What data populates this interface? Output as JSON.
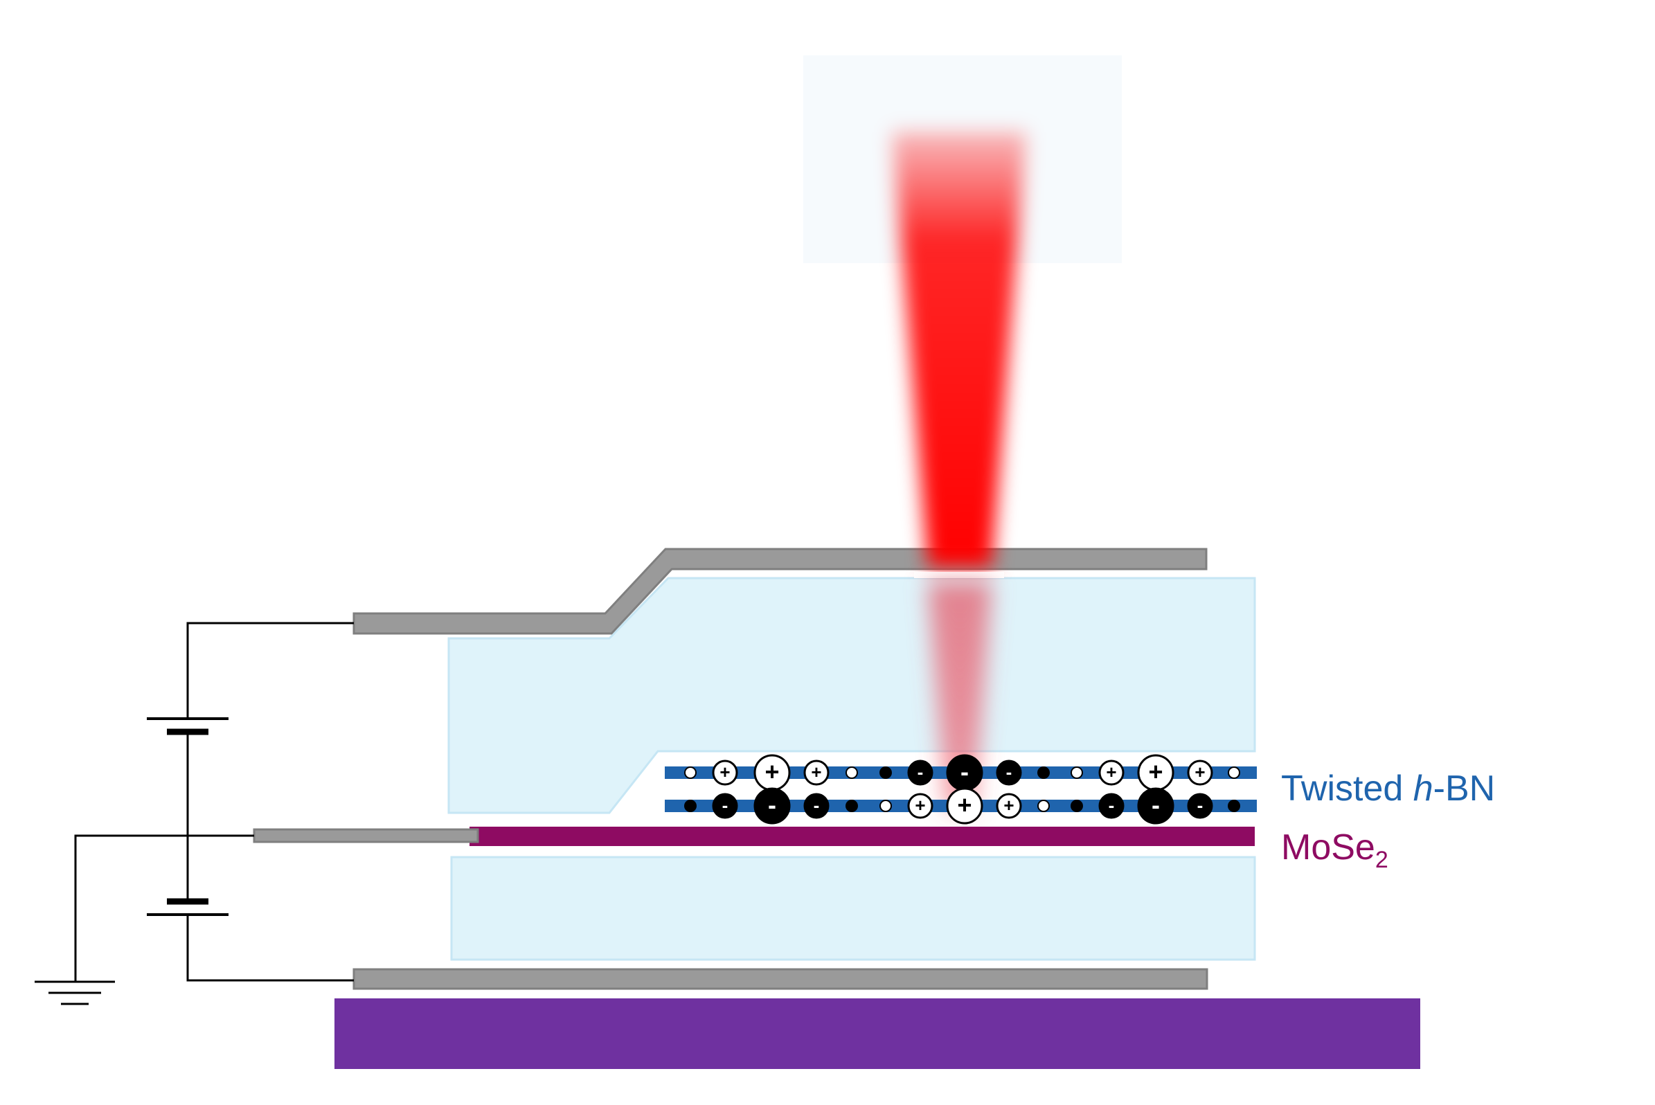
{
  "labels": {
    "twisted_prefix": "Twisted ",
    "twisted_italic": "h",
    "twisted_suffix": "-BN",
    "mose2_base": "MoSe",
    "mose2_sub": "2"
  },
  "charge_signs": {
    "plus": "+",
    "minus": "-"
  },
  "colors": {
    "hbn_layer": "#1f64ad",
    "mose2_layer": "#8e0b62",
    "substrate": "#6f31a0",
    "electrode": "#9a9a9a",
    "dielectric": "#dff3fa",
    "dielectric_edge": "#c6e6f4",
    "laser": "#ff0000",
    "wire": "#000000",
    "twisted_label": "#1f64ad",
    "mose2_label": "#8e0b62"
  },
  "top_row_charges": [
    "small-plus",
    "plus",
    "big-plus",
    "plus",
    "small-plus",
    "small-minus",
    "minus",
    "big-minus",
    "minus",
    "small-minus",
    "small-plus",
    "plus",
    "big-plus",
    "plus",
    "small-plus"
  ],
  "bottom_row_charges": [
    "small-minus",
    "minus",
    "big-minus",
    "minus",
    "small-minus",
    "small-plus",
    "plus",
    "big-plus",
    "plus",
    "small-plus",
    "small-minus",
    "minus",
    "big-minus",
    "minus",
    "small-minus"
  ]
}
